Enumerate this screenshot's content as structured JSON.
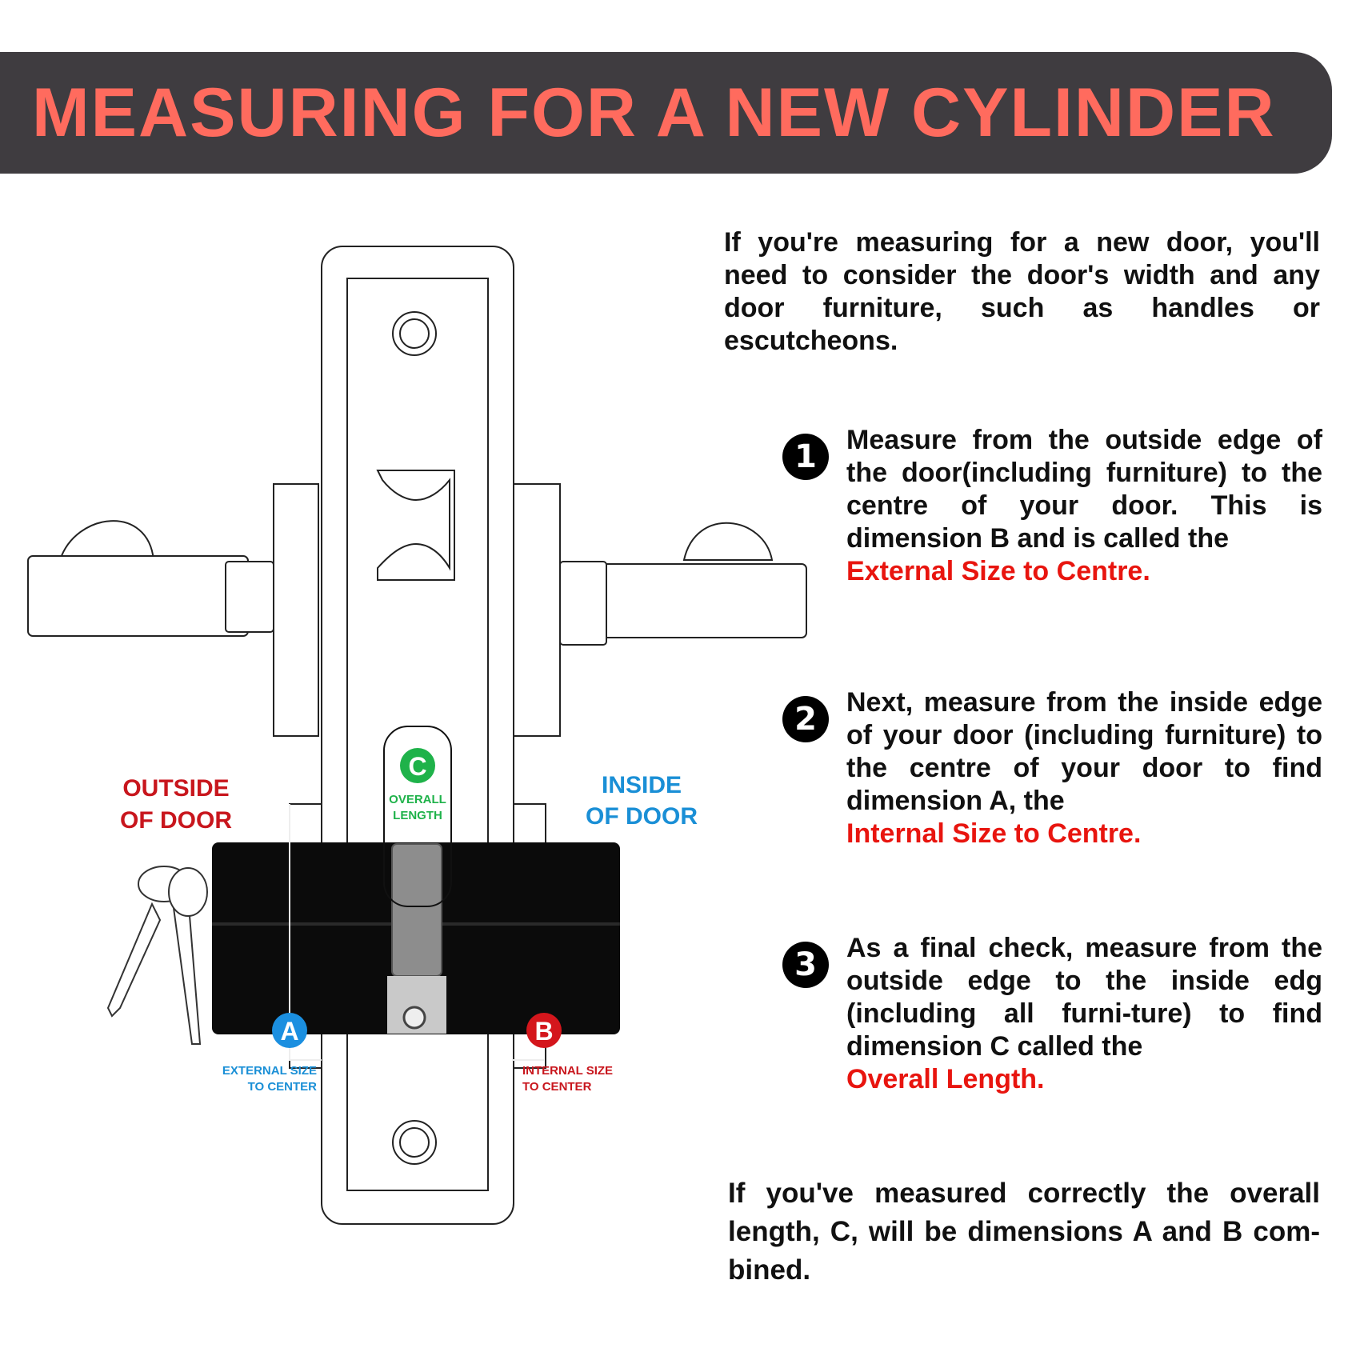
{
  "header": {
    "title": "MEASURING FOR A NEW CYLINDER"
  },
  "intro": "If you're measuring for a new door, you'll need to consider the door's width and any door furniture, such as handles or escutcheons.",
  "steps": [
    {
      "number": "1",
      "text": "Measure from the outside edge of the door(including furniture) to the centre of your door. This is dimension B and is called the",
      "highlight": "External Size to Centre."
    },
    {
      "number": "2",
      "text": "Next, measure from the inside edge of your door (including furniture) to the centre of your door to find dimension A, the",
      "highlight": "Internal Size to Centre."
    },
    {
      "number": "3",
      "text": "As a final check, measure from the outside edge to the inside edg (including all furni-ture) to find dimension C called the",
      "highlight": "Overall Length."
    }
  ],
  "closing": "If you've measured correctly the overall length, C, will be dimensions A and B com- bined.",
  "diagram": {
    "outside_label_line1": "OUTSIDE",
    "outside_label_line2": "OF DOOR",
    "inside_label_line1": "INSIDE",
    "inside_label_line2": "OF DOOR",
    "marker_a": "A",
    "marker_b": "B",
    "marker_c": "C",
    "label_a_line1": "EXTERNAL SIZE",
    "label_a_line2": "TO CENTER",
    "label_b_line1": "INTERNAL SIZE",
    "label_b_line2": "TO CENTER",
    "label_c_line1": "OVERALL",
    "label_c_line2": "LENGTH"
  },
  "colors": {
    "banner_bg": "#3f3c40",
    "title": "#ff6b5e",
    "highlight_red": "#e8150f",
    "outside_red": "#c8161d",
    "inside_blue": "#1a8fd6",
    "marker_a_blue": "#1b8fe0",
    "marker_b_red": "#d4161c",
    "marker_c_green": "#1fb24a"
  }
}
